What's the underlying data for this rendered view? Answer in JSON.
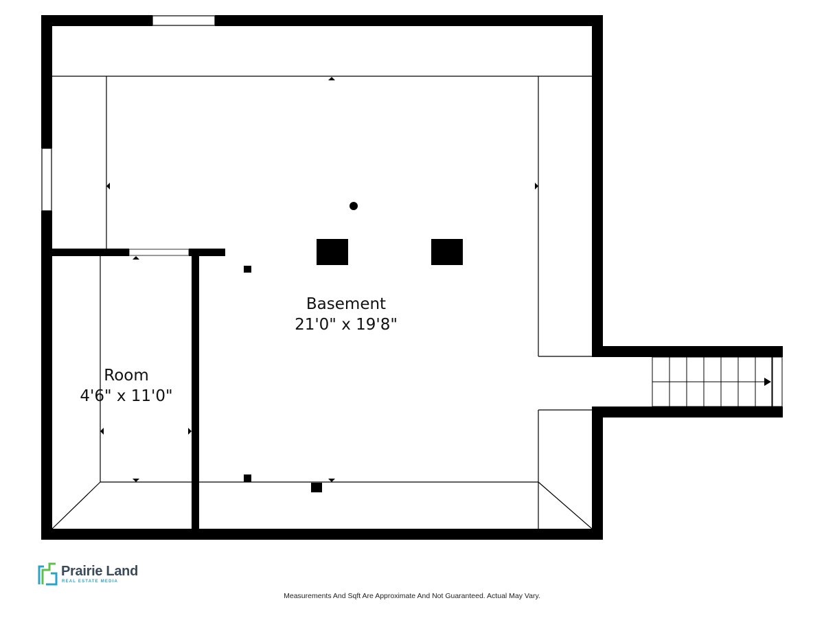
{
  "rooms": {
    "basement": {
      "name": "Basement",
      "dimensions": "21'0\" x 19'8\""
    },
    "room": {
      "name": "Room",
      "dimensions": "4'6\" x 11'0\""
    }
  },
  "logo": {
    "name": "Prairie Land",
    "tagline": "REAL ESTATE MEDIA",
    "colors": {
      "primary": "#2aa3c9",
      "accent": "#5fbf4f",
      "text": "#3b4a5a"
    }
  },
  "disclaimer": "Measurements And Sqft Are Approximate And Not Guaranteed. Actual May Vary.",
  "colors": {
    "wall": "#000000",
    "line": "#000000",
    "background": "#ffffff"
  }
}
